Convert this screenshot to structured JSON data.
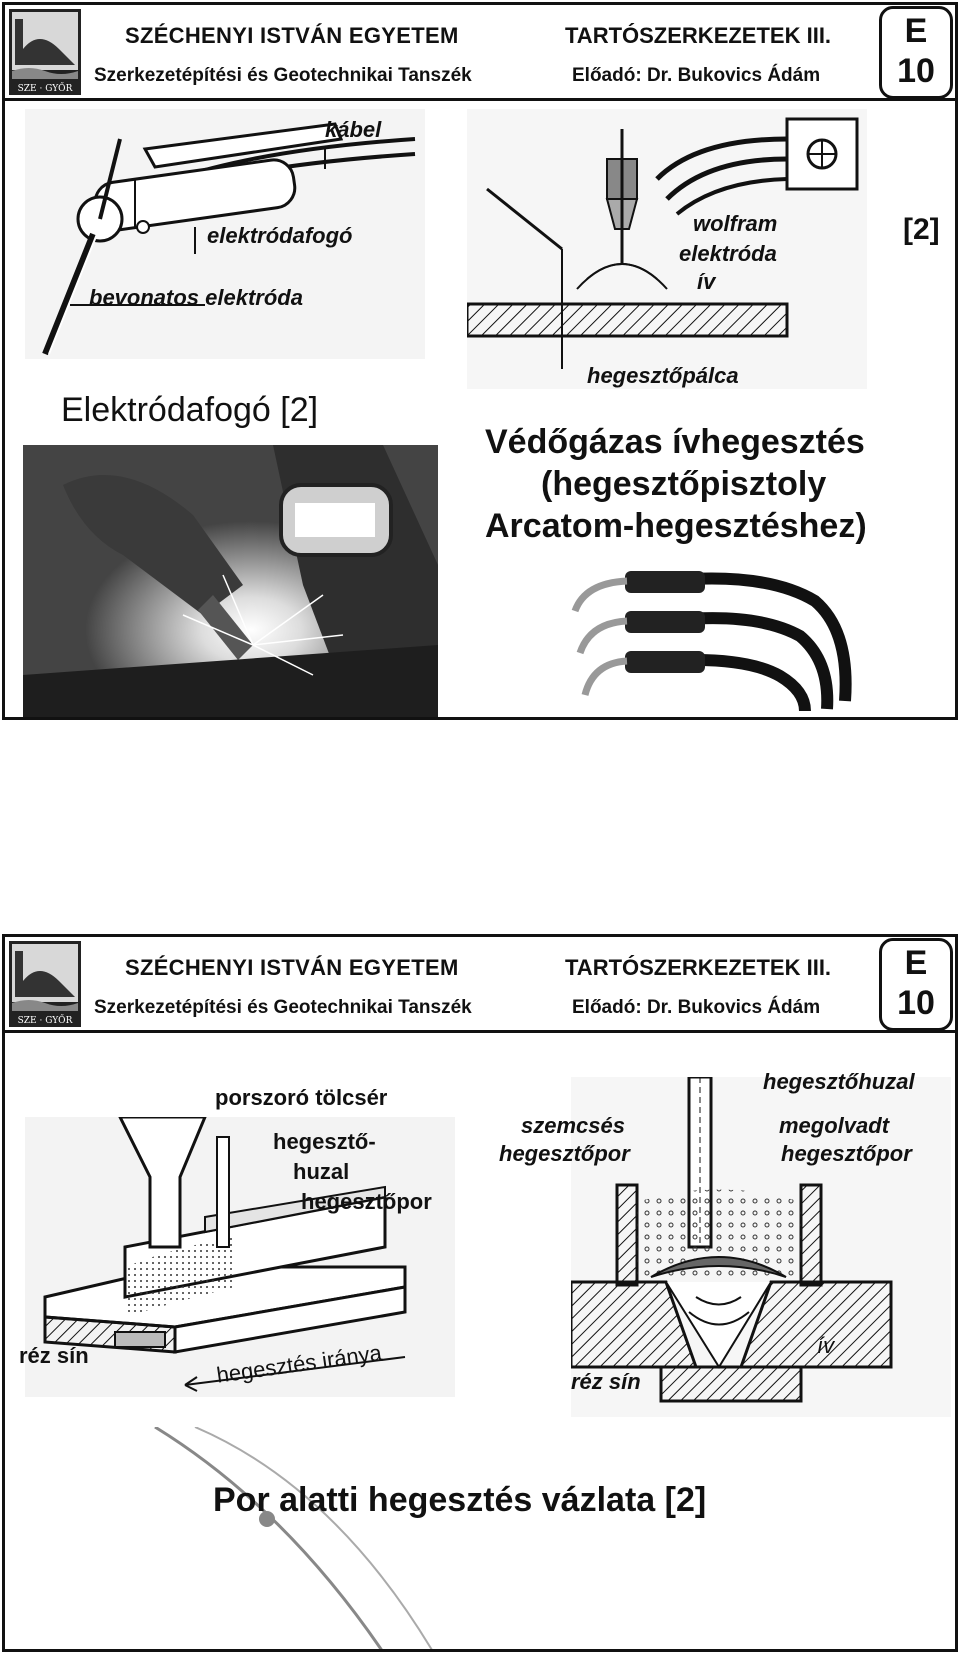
{
  "header": {
    "university": "SZÉCHENYI ISTVÁN EGYETEM",
    "department": "Szerkezetépítési és Geotechnikai Tanszék",
    "course": "TARTÓSZERKEZETEK III.",
    "lecturer": "Előadó: Dr. Bukovics Ádám",
    "badge_letter": "E",
    "badge_number": "10",
    "logo_text": "SZE · GYŐR"
  },
  "slide1": {
    "holder_labels": {
      "cable": "kábel",
      "holder": "elektródafogó",
      "electrode": "bevonatos elektróda"
    },
    "holder_caption": "Elektródafogó [2]",
    "tig_labels": {
      "wolfram": "wolfram",
      "elektroda": "elektróda",
      "arc": "ív",
      "rod": "hegesztőpálca"
    },
    "reference": "[2]",
    "gas_caption": {
      "line1": "Védőgázas ívhegesztés",
      "line2": "(hegesztőpisztoly",
      "line3": "Arcatom-hegesztéshez)"
    }
  },
  "slide2": {
    "left_labels": {
      "funnel": "porszoró tölcsér",
      "wire1": "hegesztő-",
      "wire2": "huzal",
      "powder": "hegesztőpor",
      "rail": "réz sín",
      "direction": "hegesztés iránya"
    },
    "right_labels": {
      "wire": "hegesztőhuzal",
      "granular1": "szemcsés",
      "granular2": "hegesztőpor",
      "molten1": "megolvadt",
      "molten2": "hegesztőpor",
      "arc": "ív",
      "rail": "réz sín"
    },
    "caption": "Por alatti hegesztés vázlata [2]"
  },
  "colors": {
    "ink": "#111111",
    "photo_dark": "#3a3a3a",
    "photo_mid": "#7a7a7a"
  }
}
